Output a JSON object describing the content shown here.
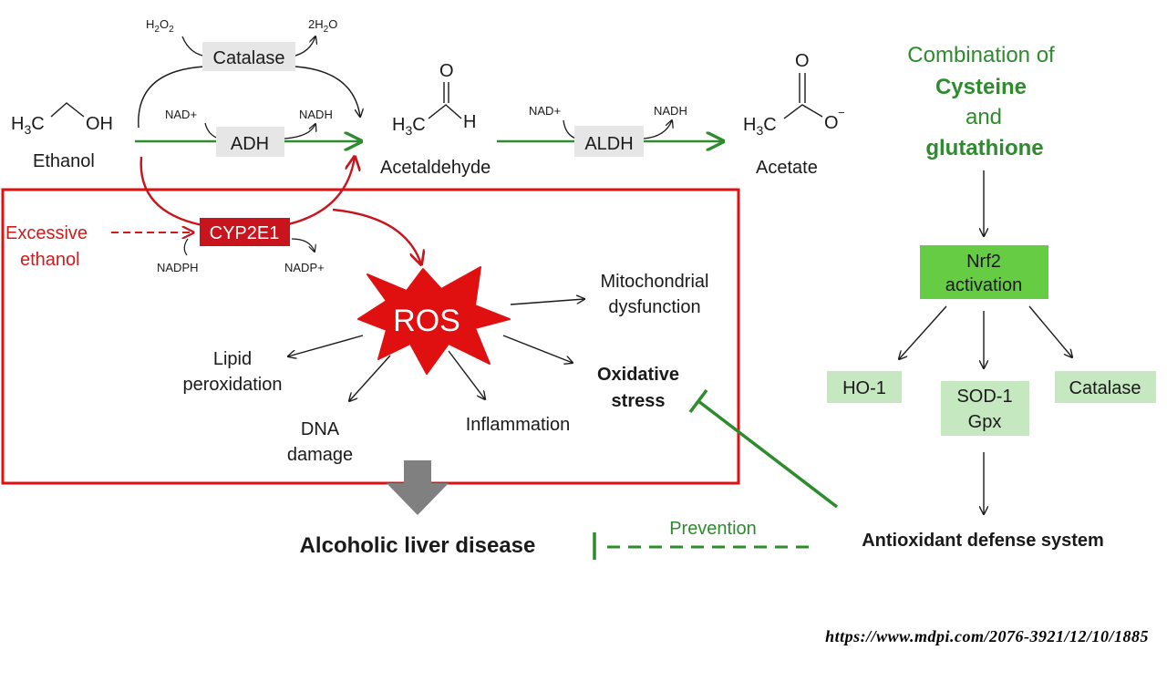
{
  "colors": {
    "green": "#2e8b2e",
    "red": "#e01010",
    "dark_red": "#c8141c",
    "enzyme_box": "#e6e6e6",
    "nrf2_box": "#66cc44",
    "light_green_box": "#c5e8c0",
    "gray_arrow": "#808080"
  },
  "molecules": {
    "ethanol": {
      "name": "Ethanol",
      "formula_h3c": "H",
      "formula_sub": "3",
      "formula_c": "C",
      "formula_oh": "OH"
    },
    "acetaldehyde": {
      "name": "Acetaldehyde",
      "o": "O",
      "h": "H",
      "h3c": "H",
      "sub": "3",
      "c": "C"
    },
    "acetate": {
      "name": "Acetate",
      "o": "O",
      "o_minus": "O",
      "charge": "−",
      "h3c": "H",
      "sub": "3",
      "c": "C"
    }
  },
  "enzymes": {
    "catalase": "Catalase",
    "adh": "ADH",
    "aldh": "ALDH",
    "cyp2e1": "CYP2E1"
  },
  "cofactors": {
    "h2o2_h": "H",
    "h2o2_2": "2",
    "h2o2_o": "O",
    "h2o2_2b": "2",
    "h2o_prefix": "2H",
    "h2o_2": "2",
    "h2o_o": "O",
    "adh_in": "NAD+",
    "adh_out": "NADH",
    "aldh_in": "NAD+",
    "aldh_out": "NADH",
    "cyp_in": "NADPH",
    "cyp_out": "NADP+"
  },
  "excessive_ethanol": [
    "Excessive",
    "ethanol"
  ],
  "ros": "ROS",
  "effects": {
    "mito": [
      "Mitochondrial",
      "dysfunction"
    ],
    "lipid": [
      "Lipid",
      "peroxidation"
    ],
    "dna": [
      "DNA",
      "damage"
    ],
    "inflammation": "Inflammation",
    "oxidative": [
      "Oxidative",
      "stress"
    ]
  },
  "outcome": "Alcoholic liver disease",
  "prevention": "Prevention",
  "combination": {
    "line1": "Combination of",
    "line2": "Cysteine",
    "line3": "and",
    "line4": "glutathione"
  },
  "nrf2": [
    "Nrf2",
    "activation"
  ],
  "targets": {
    "ho1": "HO-1",
    "sod": [
      "SOD-1",
      "Gpx"
    ],
    "catalase": "Catalase"
  },
  "antioxidant": "Antioxidant defense system",
  "url": "https://www.mdpi.com/2076-3921/12/10/1885"
}
